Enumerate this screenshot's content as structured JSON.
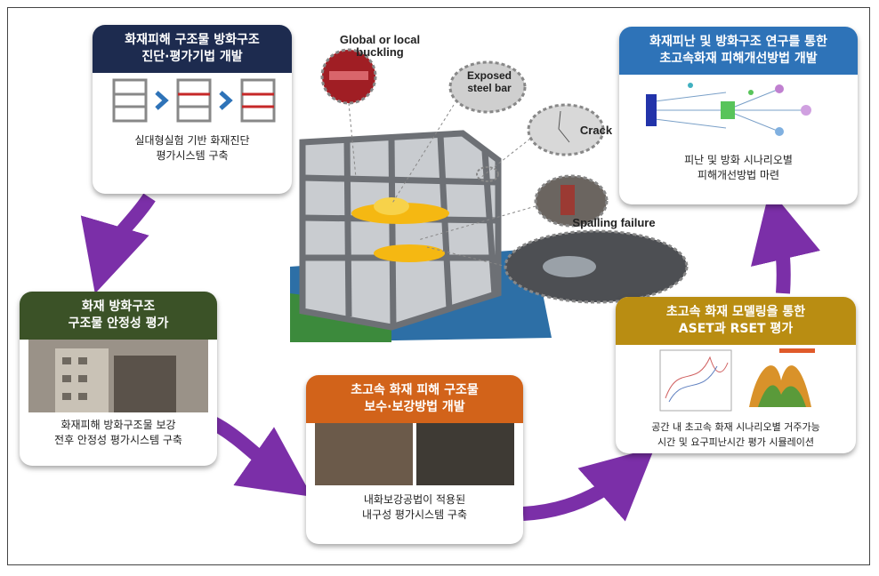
{
  "cards": {
    "top_left": {
      "title": "화재피해 구조물 방화구조\n진단·평가기법 개발",
      "caption": "실대형실험 기반 화재진단\n평가시스템 구축"
    },
    "mid_left": {
      "title": "화재 방화구조\n구조물 안정성 평가",
      "caption": "화재피해 방화구조물 보강\n전후 안정성 평가시스템 구축"
    },
    "bottom_center": {
      "title": "초고속 화재 피해 구조물\n보수·보강방법 개발",
      "caption": "내화보강공법이 적용된\n내구성 평가시스템 구축"
    },
    "mid_right": {
      "title": "초고속 화재 모델링을 통한\nASET과 RSET 평가",
      "caption": "공간 내 초고속 화재 시나리오별 거주가능\n시간 및 요구피난시간 평가 시뮬레이션"
    },
    "top_right": {
      "title": "화재피난 및 방화구조 연구를 통한\n초고속화재 피해개선방법 개발",
      "caption": "피난 및 방화 시나리오별\n피해개선방법 마련"
    }
  },
  "building_labels": {
    "buckling": "Global or local\nbuckling",
    "steel_bar": "Exposed\nsteel bar",
    "crack": "Crack",
    "spalling": "Spalling failure"
  },
  "colors": {
    "arrow": "#7b2fa8",
    "navy": "#1d2b4f",
    "green": "#3b5227",
    "orange": "#d2631a",
    "gold": "#b98d12",
    "blue": "#2e73b8"
  }
}
